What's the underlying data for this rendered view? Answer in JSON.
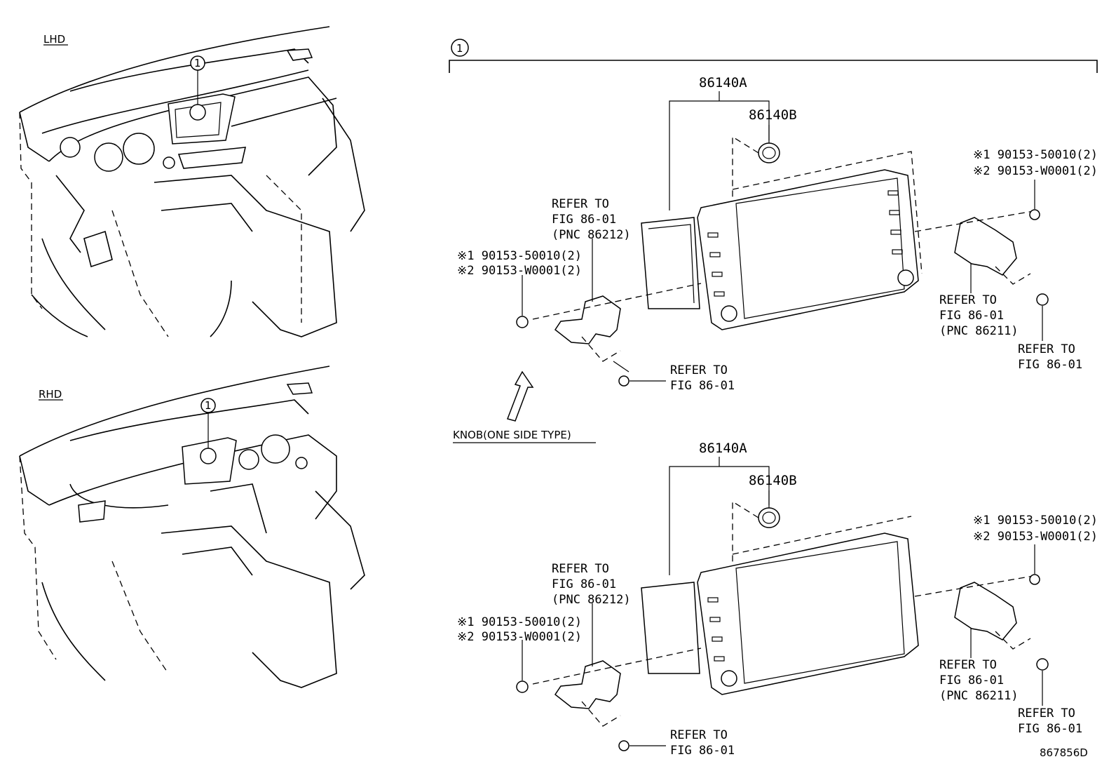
{
  "left_panel": {
    "lhd_label": "LHD",
    "rhd_label": "RHD",
    "callout": "1"
  },
  "assembly": {
    "callout": "1",
    "knob_note": "KNOB(ONE SIDE TYPE)",
    "drawing_number": "867856D"
  },
  "upper_unit": {
    "part_main": "86140A",
    "part_knob": "86140B",
    "left_ref": [
      "REFER TO",
      "FIG 86-01",
      "(PNC 86212)"
    ],
    "left_bolts": [
      "※1 90153-50010(2)",
      "※2 90153-W0001(2)"
    ],
    "left_screw_ref": [
      "REFER TO",
      "FIG 86-01"
    ],
    "right_bolts": [
      "※1 90153-50010(2)",
      "※2 90153-W0001(2)"
    ],
    "right_ref": [
      "REFER TO",
      "FIG 86-01",
      "(PNC 86211)"
    ],
    "right_screw_ref": [
      "REFER TO",
      "FIG 86-01"
    ]
  },
  "lower_unit": {
    "part_main": "86140A",
    "part_knob": "86140B",
    "left_ref": [
      "REFER TO",
      "FIG 86-01",
      "(PNC 86212)"
    ],
    "left_bolts": [
      "※1 90153-50010(2)",
      "※2 90153-W0001(2)"
    ],
    "left_screw_ref": [
      "REFER TO",
      "FIG 86-01"
    ],
    "right_bolts": [
      "※1 90153-50010(2)",
      "※2 90153-W0001(2)"
    ],
    "right_ref": [
      "REFER TO",
      "FIG 86-01",
      "(PNC 86211)"
    ],
    "right_screw_ref": [
      "REFER TO",
      "FIG 86-01"
    ]
  }
}
